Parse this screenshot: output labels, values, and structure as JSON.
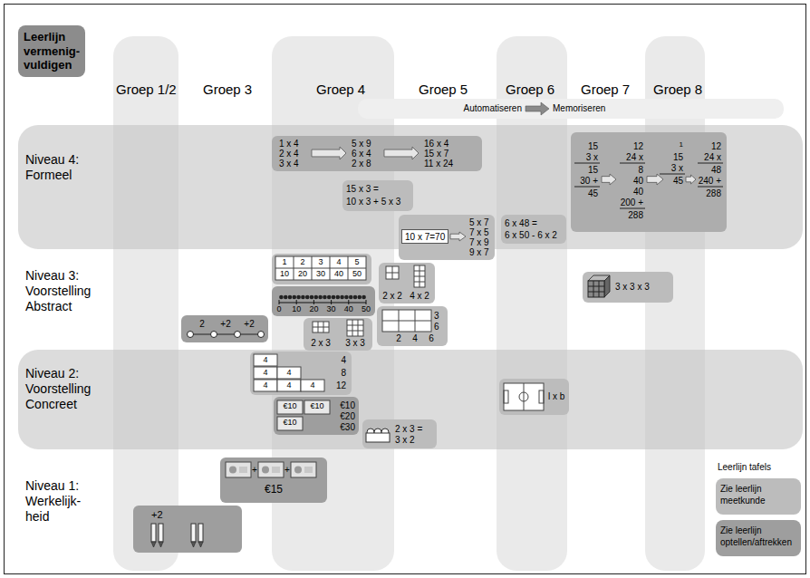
{
  "diagram": {
    "title": "Leerlijn vermenig- vuldigen",
    "nodes": [
      {
        "text": [
          "1 x 4",
          "2 x 4",
          "3 x 4",
          "5 x 9",
          "6 x 4",
          "2 x 8",
          "16 x 4",
          "15 x 7",
          "11 x 24"
        ]
      },
      {
        "text": [
          "15 x 3 =",
          "10 x 3 + 5 x 3"
        ]
      },
      {
        "text": [
          "5 x 7",
          "7 x 5",
          "7 x 9",
          "9 x 7"
        ]
      },
      {
        "text": [
          "10 x 7=70"
        ],
        "in": 2
      },
      {
        "text": [
          "6 x 48 =",
          "6 x 50 - 6 x 2"
        ]
      },
      {
        "text": [
          "15",
          "3 x",
          "15",
          "30 +",
          "45",
          "12",
          "24 x",
          "8",
          "40",
          "40",
          "200 +",
          "288",
          "1",
          "15",
          "3 x",
          "45",
          "12",
          "24 x",
          "48",
          "240 +",
          "288"
        ]
      },
      {
        "text": [
          "1",
          "2",
          "3",
          "4",
          "5",
          "10",
          "20",
          "30",
          "40",
          "50"
        ]
      },
      {
        "text": [
          "0",
          "10",
          "20",
          "30",
          "40",
          "50"
        ]
      },
      {
        "text": [
          "2 x 2",
          "4 x 2"
        ]
      },
      {
        "text": [
          "2 x 3",
          "3 x 3"
        ]
      },
      {
        "text": [
          "3",
          "6",
          "2",
          "4",
          "6"
        ]
      },
      {
        "text": [
          "2",
          "+2",
          "+2"
        ]
      },
      {
        "text": [
          "3 x 3 x 3"
        ]
      },
      {
        "text": [
          "4",
          "4",
          "4",
          "4",
          "4",
          "4",
          "4",
          "8",
          "12"
        ]
      },
      {
        "text": [
          "€10",
          "€10",
          "€10",
          "€10",
          "€20",
          "€30"
        ]
      },
      {
        "text": [
          "2 x 3 =",
          "3 x 2"
        ]
      },
      {
        "text": [
          "l x b"
        ]
      },
      {
        "text": [
          "+",
          "+",
          "€15"
        ]
      },
      {
        "text": [
          "+2"
        ]
      }
    ],
    "labels": [
      "Groep 1/2",
      "Groep 3",
      "Groep 4",
      "Groep 5",
      "Groep 6",
      "Groep 7",
      "Groep 8",
      "Automatiseren",
      "Memoriseren",
      "Niveau 4: Formeel",
      "Niveau 3: Voorstelling Abstract",
      "Niveau 2: Voorstelling Concreet",
      "Niveau 1: Werkelijk- heid",
      "Leerlijn tafels"
    ],
    "legend": [
      {
        "text": "Zie leerlijn meetkunde",
        "color": "#bcbcbc"
      },
      {
        "text": "Zie leerlijn optellen/aftrekken",
        "color": "#9e9e9e"
      }
    ]
  }
}
